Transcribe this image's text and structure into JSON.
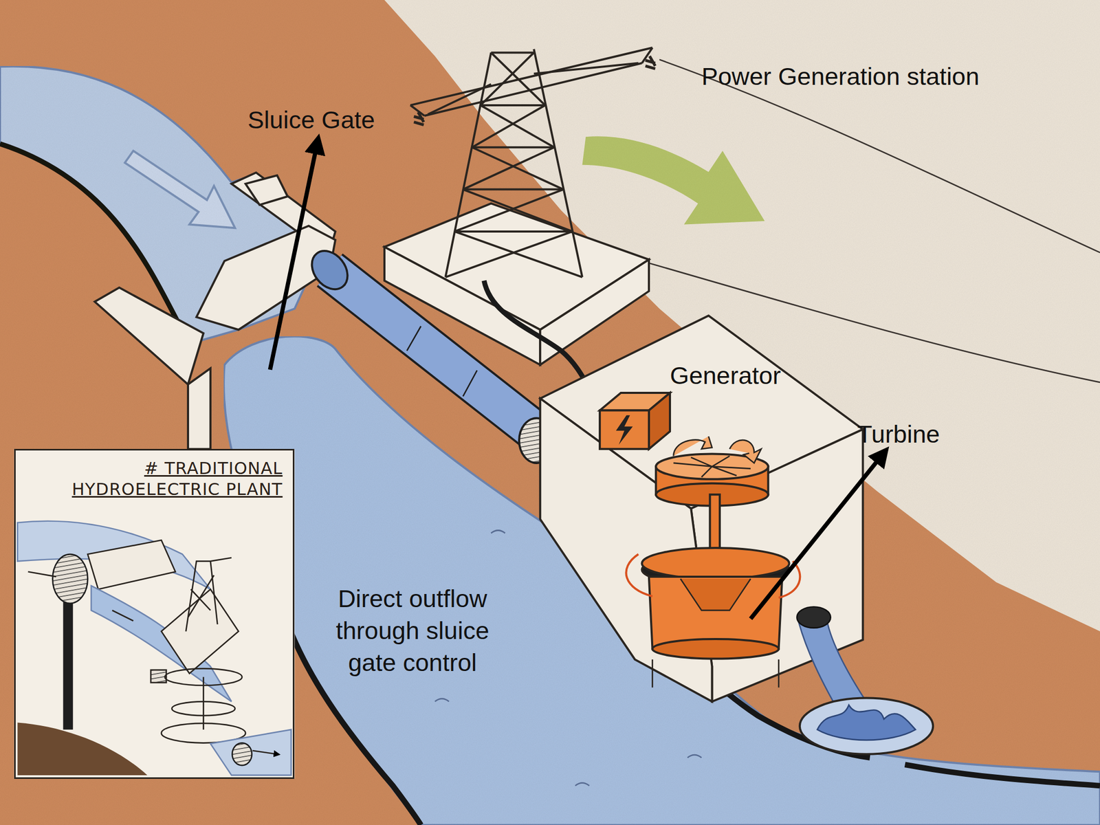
{
  "diagram": {
    "nodes": [
      {
        "text": [
          "# TRADITIONAL HYDROELECTRIC PLANT"
        ]
      }
    ],
    "labels": [
      "Sluice Gate",
      "Power Generation station",
      "Generator",
      "Turbine",
      "Direct outflow through sluice gate control"
    ]
  }
}
